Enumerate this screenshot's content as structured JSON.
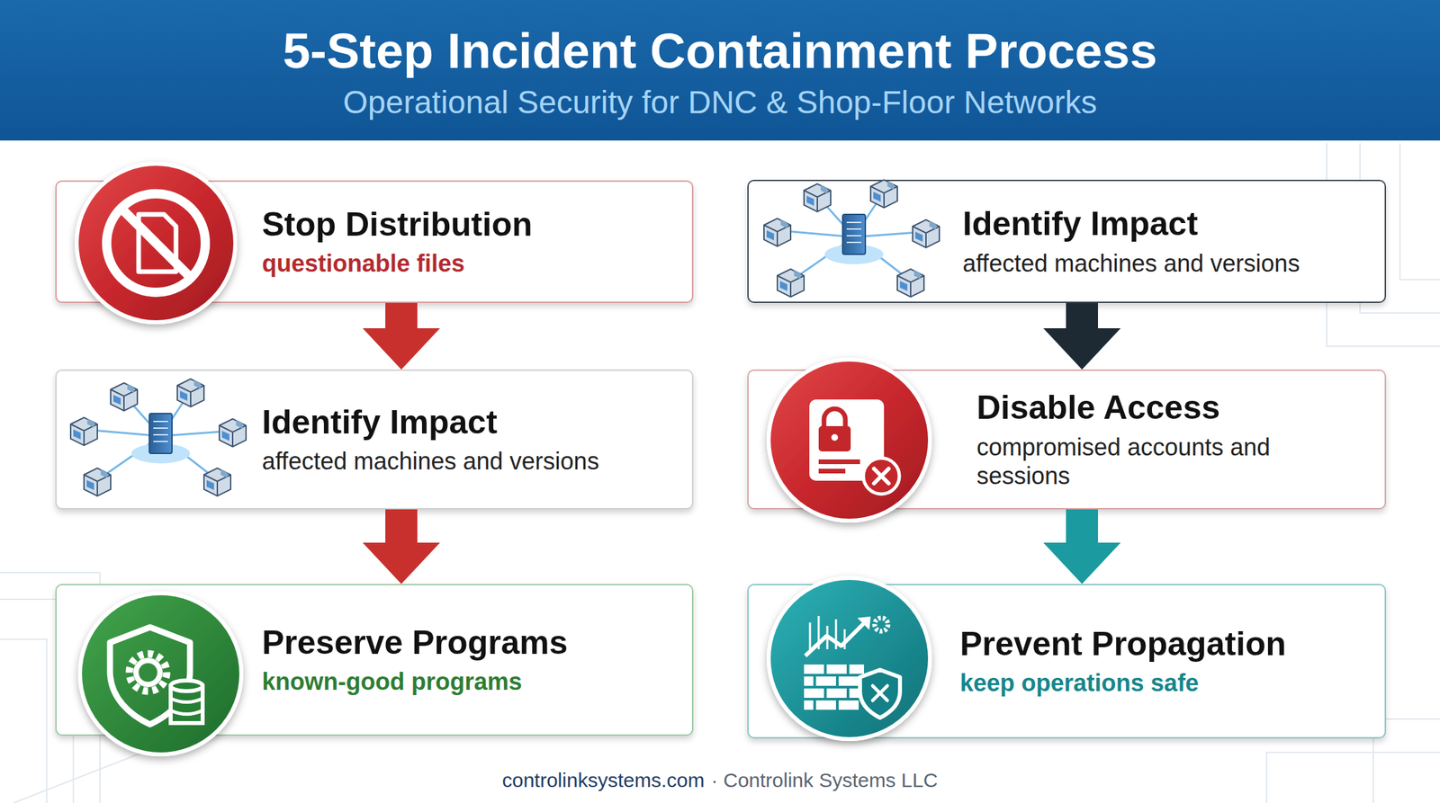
{
  "diagram": {
    "title": "5-Step Incident Containment Process",
    "nodes": [
      {
        "text": [
          "Stop Distribution",
          "questionable files"
        ]
      },
      {
        "text": [
          "Identify Impact",
          "affected machines and versions"
        ]
      },
      {
        "text": [
          "Preserve Programs",
          "known-good programs"
        ]
      },
      {
        "text": [
          "Identify Impact",
          "affected machines and versions"
        ]
      },
      {
        "text": [
          "Disable Access",
          "compromised accounts and sessions"
        ]
      },
      {
        "text": [
          "Prevent Propagation",
          "keep operations safe"
        ]
      }
    ],
    "edges": [
      {
        "from": 0,
        "to": 1,
        "arrow": "to"
      },
      {
        "from": 1,
        "to": 2,
        "arrow": "to"
      },
      {
        "from": 3,
        "to": 4,
        "arrow": "to"
      },
      {
        "from": 4,
        "to": 5,
        "arrow": "to"
      }
    ],
    "labels": [
      "Operational Security for DNC & Shop-Floor Networks",
      "controlinksystems.com",
      "· Controlink Systems LLC"
    ]
  }
}
